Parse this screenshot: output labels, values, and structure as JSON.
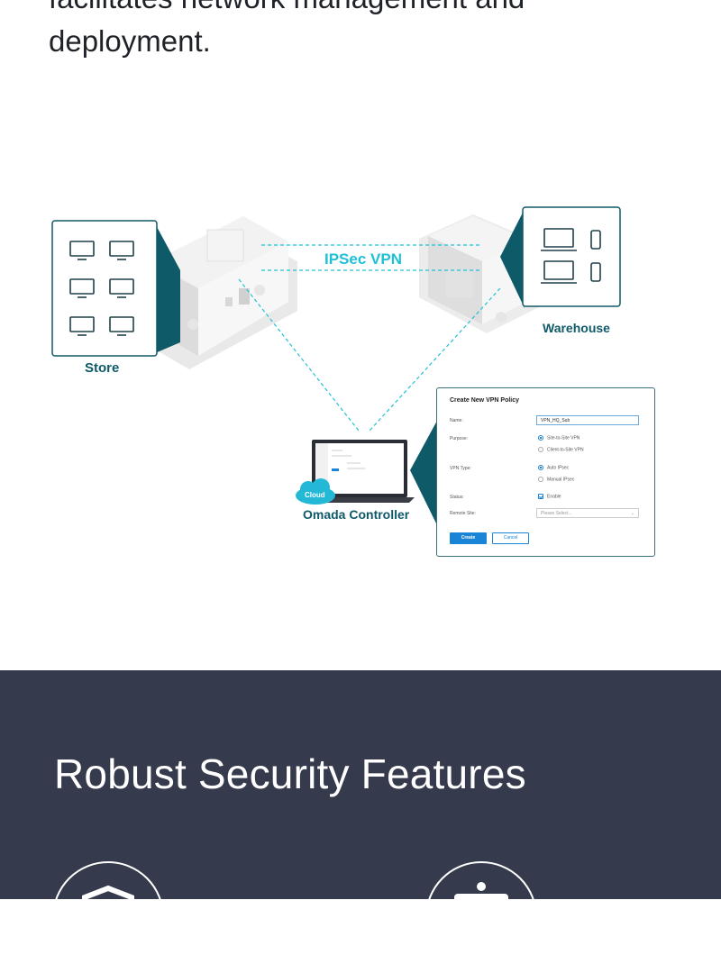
{
  "intro": {
    "line1": "facilitates network management and",
    "line2": "deployment."
  },
  "diagram": {
    "vpn_label": "IPSec VPN",
    "store_label": "Store",
    "warehouse_label": "Warehouse",
    "controller_label": "Omada Controller",
    "cloud_label": "Cloud",
    "accent_color": "#20c1d6",
    "brand_dark": "#0f5a69"
  },
  "vpn_policy": {
    "title": "Create New VPN Policy",
    "name_label": "Name:",
    "name_value": "VPN_HQ_Sub",
    "purpose_label": "Purpose:",
    "purpose_options": [
      "Site-to-Site VPN",
      "Client-to-Site VPN"
    ],
    "vpn_type_label": "VPN Type:",
    "vpn_type_options": [
      "Auto IPsec",
      "Manual IPsec"
    ],
    "status_label": "Status:",
    "status_value": "Enable",
    "remote_site_label": "Remote Site:",
    "remote_site_placeholder": "Please Select...",
    "create_label": "Create",
    "cancel_label": "Cancel"
  },
  "features": {
    "heading": "Robust Security Features",
    "icons": [
      "shield-icon",
      "device-icon"
    ]
  }
}
